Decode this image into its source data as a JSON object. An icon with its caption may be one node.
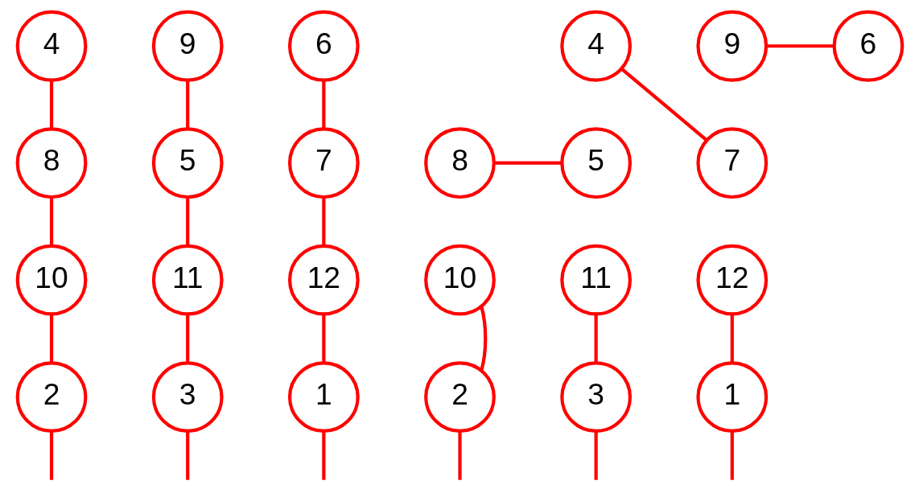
{
  "diagram": {
    "nodes": [
      {
        "text": [
          "4"
        ]
      },
      {
        "text": [
          "9"
        ]
      },
      {
        "text": [
          "6"
        ]
      },
      {
        "text": [
          "8"
        ]
      },
      {
        "text": [
          "5"
        ]
      },
      {
        "text": [
          "7"
        ]
      },
      {
        "text": [
          "10"
        ]
      },
      {
        "text": [
          "11"
        ]
      },
      {
        "text": [
          "12"
        ]
      },
      {
        "text": [
          "2"
        ]
      },
      {
        "text": [
          "3"
        ]
      },
      {
        "text": [
          "1"
        ]
      },
      {
        "text": [
          "4"
        ]
      },
      {
        "text": [
          "9"
        ]
      },
      {
        "text": [
          "6"
        ]
      },
      {
        "text": [
          "8"
        ]
      },
      {
        "text": [
          "5"
        ]
      },
      {
        "text": [
          "7"
        ]
      },
      {
        "text": [
          "10"
        ]
      },
      {
        "text": [
          "11"
        ]
      },
      {
        "text": [
          "12"
        ]
      },
      {
        "text": [
          "2"
        ]
      },
      {
        "text": [
          "3"
        ]
      },
      {
        "text": [
          "1"
        ]
      }
    ],
    "edges": [
      {
        "from": 0,
        "to": 3,
        "arrow": "none"
      },
      {
        "from": 3,
        "to": 6,
        "arrow": "none"
      },
      {
        "from": 6,
        "to": 9,
        "arrow": "none"
      },
      {
        "from": 9,
        "to": null,
        "arrow": "none"
      },
      {
        "from": 1,
        "to": 4,
        "arrow": "none"
      },
      {
        "from": 4,
        "to": 7,
        "arrow": "none"
      },
      {
        "from": 7,
        "to": 10,
        "arrow": "none"
      },
      {
        "from": 10,
        "to": null,
        "arrow": "none"
      },
      {
        "from": 2,
        "to": 5,
        "arrow": "none"
      },
      {
        "from": 5,
        "to": 8,
        "arrow": "none"
      },
      {
        "from": 8,
        "to": 11,
        "arrow": "none"
      },
      {
        "from": 11,
        "to": null,
        "arrow": "none"
      },
      {
        "from": 13,
        "to": 14,
        "arrow": "none"
      },
      {
        "from": 12,
        "to": 17,
        "arrow": "none"
      },
      {
        "from": 15,
        "to": 16,
        "arrow": "none"
      },
      {
        "from": 18,
        "to": 21,
        "arrow": "none"
      },
      {
        "from": 21,
        "to": null,
        "arrow": "none"
      },
      {
        "from": 19,
        "to": 22,
        "arrow": "none"
      },
      {
        "from": 22,
        "to": null,
        "arrow": "none"
      },
      {
        "from": 20,
        "to": 23,
        "arrow": "none"
      },
      {
        "from": 23,
        "to": null,
        "arrow": "none"
      }
    ]
  }
}
